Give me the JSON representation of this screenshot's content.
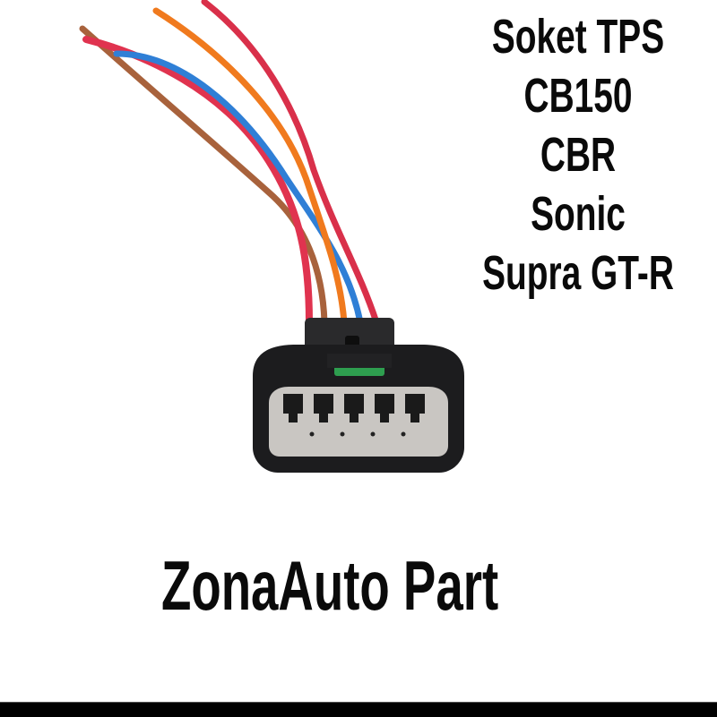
{
  "product": {
    "title_lines": [
      "Soket TPS",
      "CB150",
      "CBR",
      "Sonic",
      "Supra GT-R"
    ],
    "brand": "ZonaAuto Part",
    "image": {
      "subject": "5-pin TPS connector socket with wires",
      "pin_count": 5,
      "wire_colors": [
        {
          "name": "red",
          "hex": "#e0334f"
        },
        {
          "name": "brown",
          "hex": "#a8623c"
        },
        {
          "name": "orange",
          "hex": "#f07a1e"
        },
        {
          "name": "blue",
          "hex": "#2f7fd6"
        },
        {
          "name": "red",
          "hex": "#d9304a"
        }
      ],
      "housing_color": "#1c1c1e",
      "insert_color": "#c9c6c2",
      "latch_accent": "#2e9e4f"
    }
  },
  "colors": {
    "background": "#ffffff",
    "text": "#0a0a0a",
    "bottom_bar": "#000000"
  }
}
